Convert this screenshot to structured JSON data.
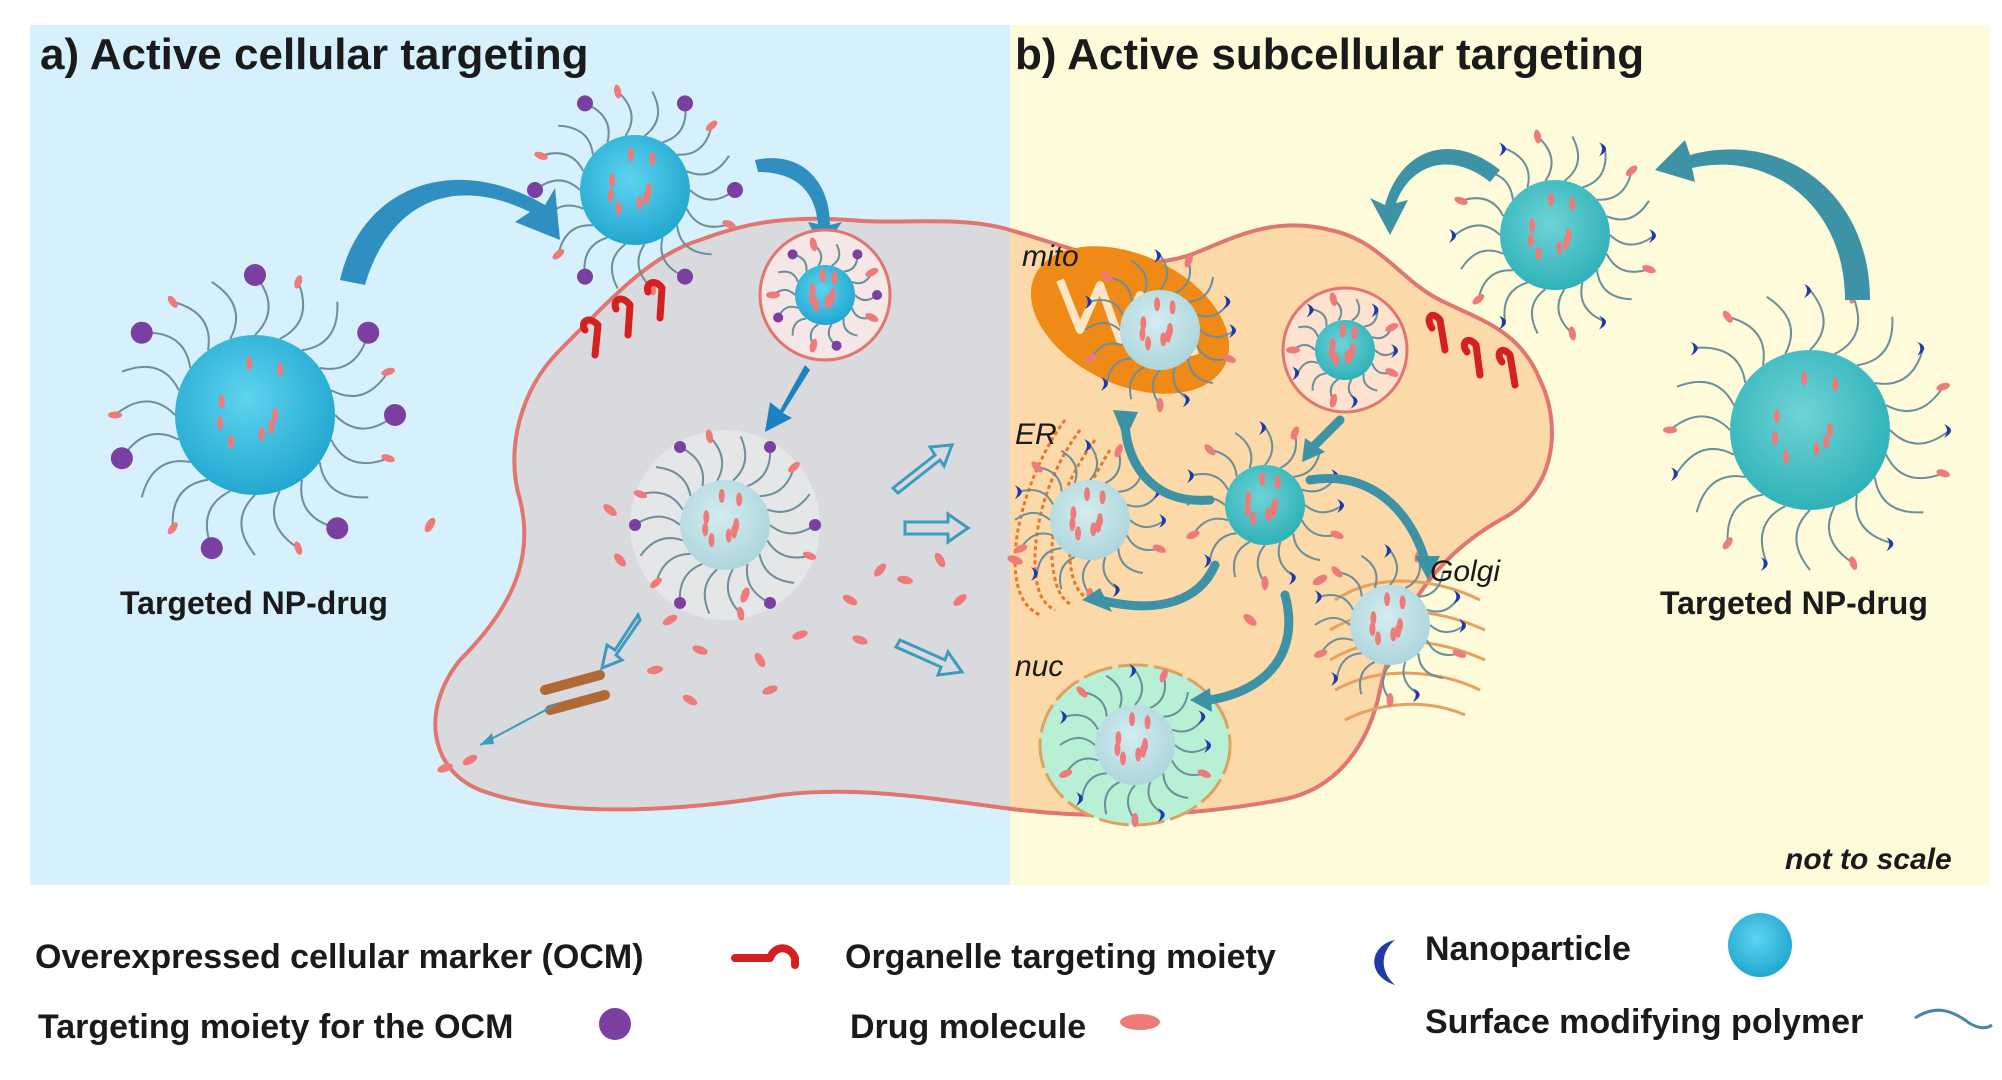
{
  "panels": {
    "a": {
      "title": "a) Active cellular targeting",
      "np_label": "Targeted NP-drug"
    },
    "b": {
      "title": "b) Active subcellular targeting",
      "np_label": "Targeted NP-drug"
    }
  },
  "organelles": {
    "mito": "mito",
    "er": "ER",
    "golgi": "Golgi",
    "nuc": "nuc"
  },
  "scale_note": "not to scale",
  "legend": {
    "ocm": "Overexpressed cellular marker (OCM)",
    "organelle_moiety": "Organelle targeting moiety",
    "nanoparticle": "Nanoparticle",
    "ocm_moiety": "Targeting moiety for the OCM",
    "drug": "Drug molecule",
    "polymer": "Surface modifying polymer"
  },
  "icons": [
    "ocm-receptor-icon",
    "organelle-moiety-icon",
    "nanoparticle-icon",
    "targeting-moiety-icon",
    "drug-molecule-icon",
    "polymer-icon"
  ],
  "colors": {
    "panel_a_bg": "#d6f1fb",
    "panel_b_bg": "#fdfbd9",
    "cell_fill_a": "#d9dadd",
    "cell_fill_b": "#fbd9a8",
    "cell_membrane": "#e0766f",
    "nanoparticle": "#33bde0",
    "targeting_moiety": "#7a3fa0",
    "drug": "#ee7a7a",
    "receptor": "#d42020",
    "organelle_moiety": "#1f3aa8",
    "arrow": "#3f9bbd",
    "mitochondria": "#f08a17"
  }
}
